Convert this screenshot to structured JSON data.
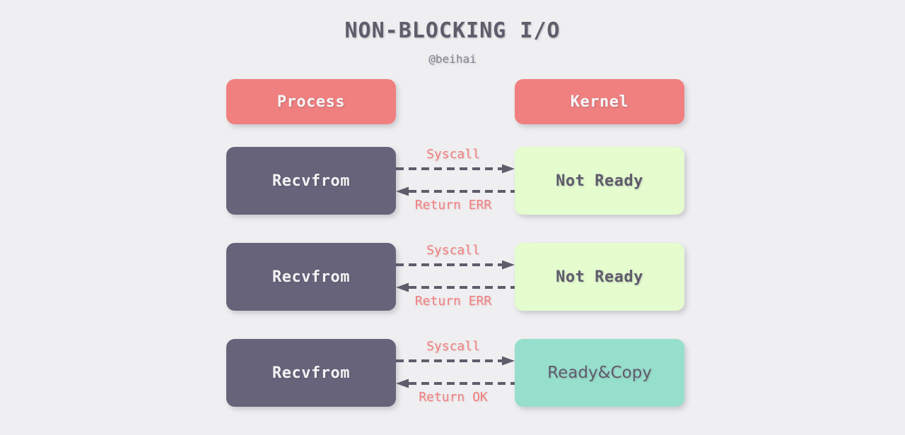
{
  "page": {
    "title": "NON-BLOCKING I/O",
    "subtitle": "@beihai",
    "background_color": "#efeff1"
  },
  "colors": {
    "header_box": "#f08080",
    "process_box": "#66637a",
    "not_ready_box": "#e4fcce",
    "ready_box": "#96dfcc",
    "arrow": "#5f5c6b",
    "label_text": "#f08080",
    "title_text": "#5f5c6b"
  },
  "columns": [
    {
      "id": "process",
      "label": "Process"
    },
    {
      "id": "kernel",
      "label": "Kernel"
    }
  ],
  "rows": [
    {
      "left_label": "Recvfrom",
      "right_label": "Not Ready",
      "right_style": "fill-notready",
      "request_label": "Syscall",
      "response_label": "Return ERR"
    },
    {
      "left_label": "Recvfrom",
      "right_label": "Not Ready",
      "right_style": "fill-notready",
      "request_label": "Syscall",
      "response_label": "Return ERR"
    },
    {
      "left_label": "Recvfrom",
      "right_label": "Ready&Copy",
      "right_style": "fill-ready",
      "request_label": "Syscall",
      "response_label": "Return OK"
    }
  ]
}
